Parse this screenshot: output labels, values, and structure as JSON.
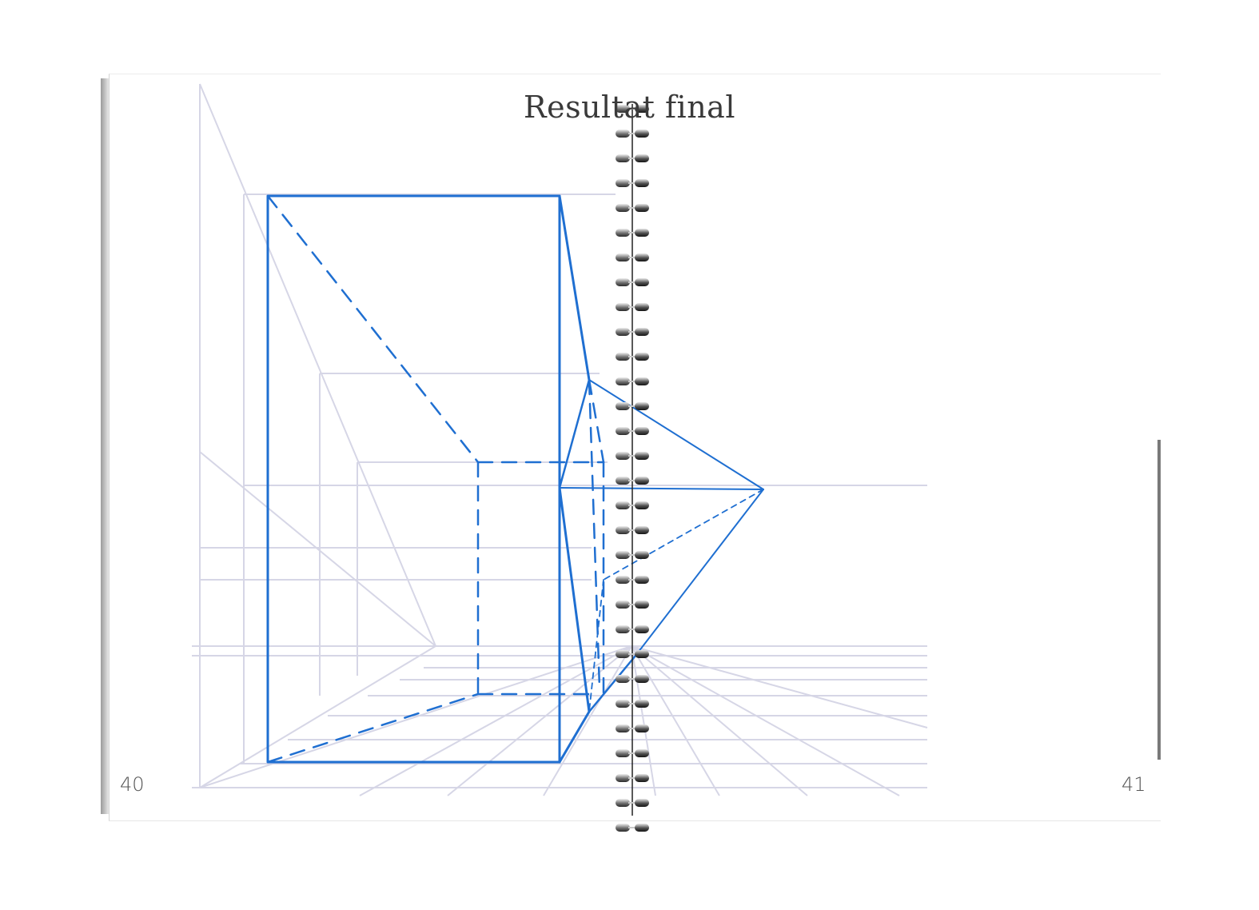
{
  "book": {
    "title": "Resultat final",
    "page_left": "40",
    "page_right": "41"
  },
  "colors": {
    "drawing_line": "#1f6fd1",
    "guide_line": "#d8d8e8",
    "paper": "#ffffff",
    "spiral": "#555555"
  },
  "spiral": {
    "coil_count": 30
  }
}
